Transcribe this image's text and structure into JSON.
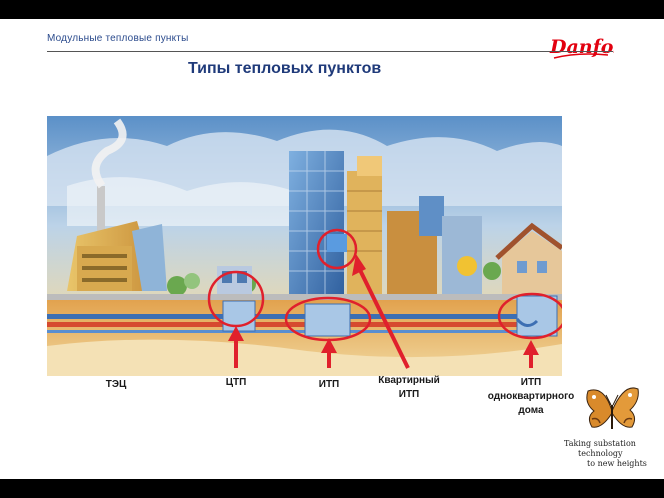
{
  "header": {
    "section_title": "Модульные тепловые пункты",
    "brand": "Danfoss"
  },
  "slide": {
    "title": "Типы тепловых пунктов"
  },
  "labels": {
    "tec": "ТЭЦ",
    "ctp": "ЦТП",
    "itp": "ИТП",
    "apartment_itp_line1": "Квартирный",
    "apartment_itp_line2": "ИТП",
    "house_itp_line1": "ИТП",
    "house_itp_line2": "одноквартирного",
    "house_itp_line3": "дома"
  },
  "tagline": {
    "line1": "Taking substation",
    "line2": "technology",
    "line3": "to new heights"
  },
  "colors": {
    "accent_red": "#e0202c",
    "title_blue": "#1f3a7a",
    "brand_red": "#e2000f"
  }
}
